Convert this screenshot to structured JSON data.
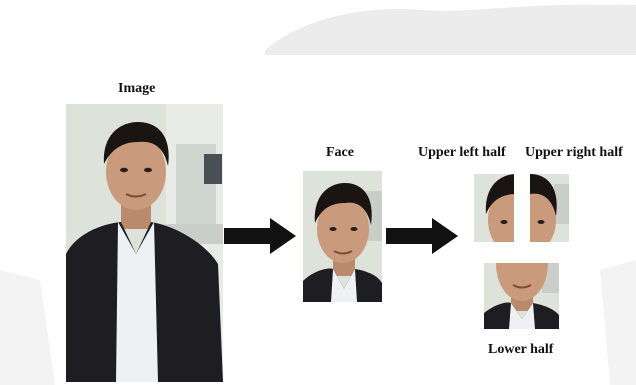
{
  "figure": {
    "labels": {
      "image": "Image",
      "face": "Face",
      "upper_left": "Upper left half",
      "upper_right": "Upper right half",
      "lower": "Lower half"
    },
    "colors": {
      "background": "#ffffff",
      "watermark": "#ececec",
      "jacket": "#1d1d22",
      "shirt": "#eef0f3",
      "skin": "#c99a7c",
      "hair": "#1a1413",
      "wall": "#d9ddd6",
      "arrow": "#111111"
    }
  }
}
